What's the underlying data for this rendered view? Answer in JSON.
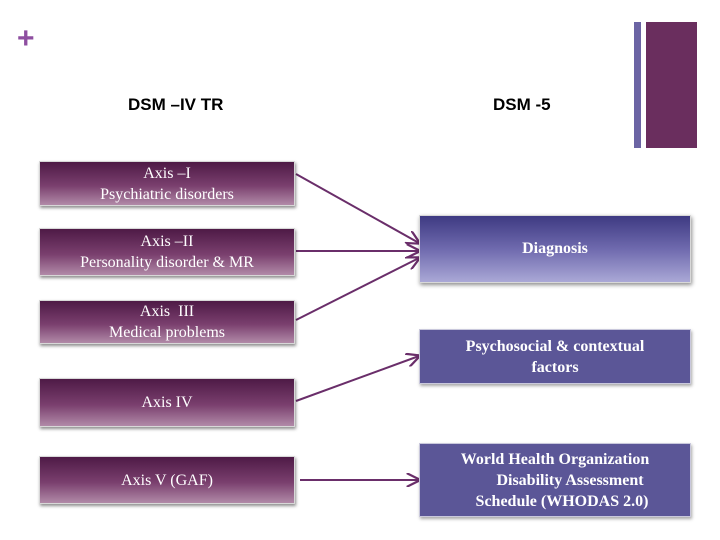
{
  "decor": {
    "plus_glyph": "+"
  },
  "headings": {
    "left": "DSM –IV TR",
    "right": "DSM -5"
  },
  "left_boxes": [
    {
      "line1": "Axis –I",
      "line2": "Psychiatric disorders"
    },
    {
      "line1": "Axis –II",
      "line2": "Personality disorder & MR"
    },
    {
      "line1": "Axis  III",
      "line2": "Medical problems"
    },
    {
      "line1": "Axis IV"
    },
    {
      "line1": "Axis V (GAF)"
    }
  ],
  "right_boxes": [
    {
      "lines": [
        "Diagnosis"
      ]
    },
    {
      "lines": [
        "Psychosocial & contextual",
        "factors"
      ]
    },
    {
      "lines": [
        "World Health Organization",
        "Disability Assessment",
        "Schedule (WHODAS 2.0)"
      ]
    }
  ],
  "colors": {
    "accent_purple": "#6a2e5e",
    "accent_blue": "#5b5697",
    "arrow": "#6a2e6a"
  }
}
